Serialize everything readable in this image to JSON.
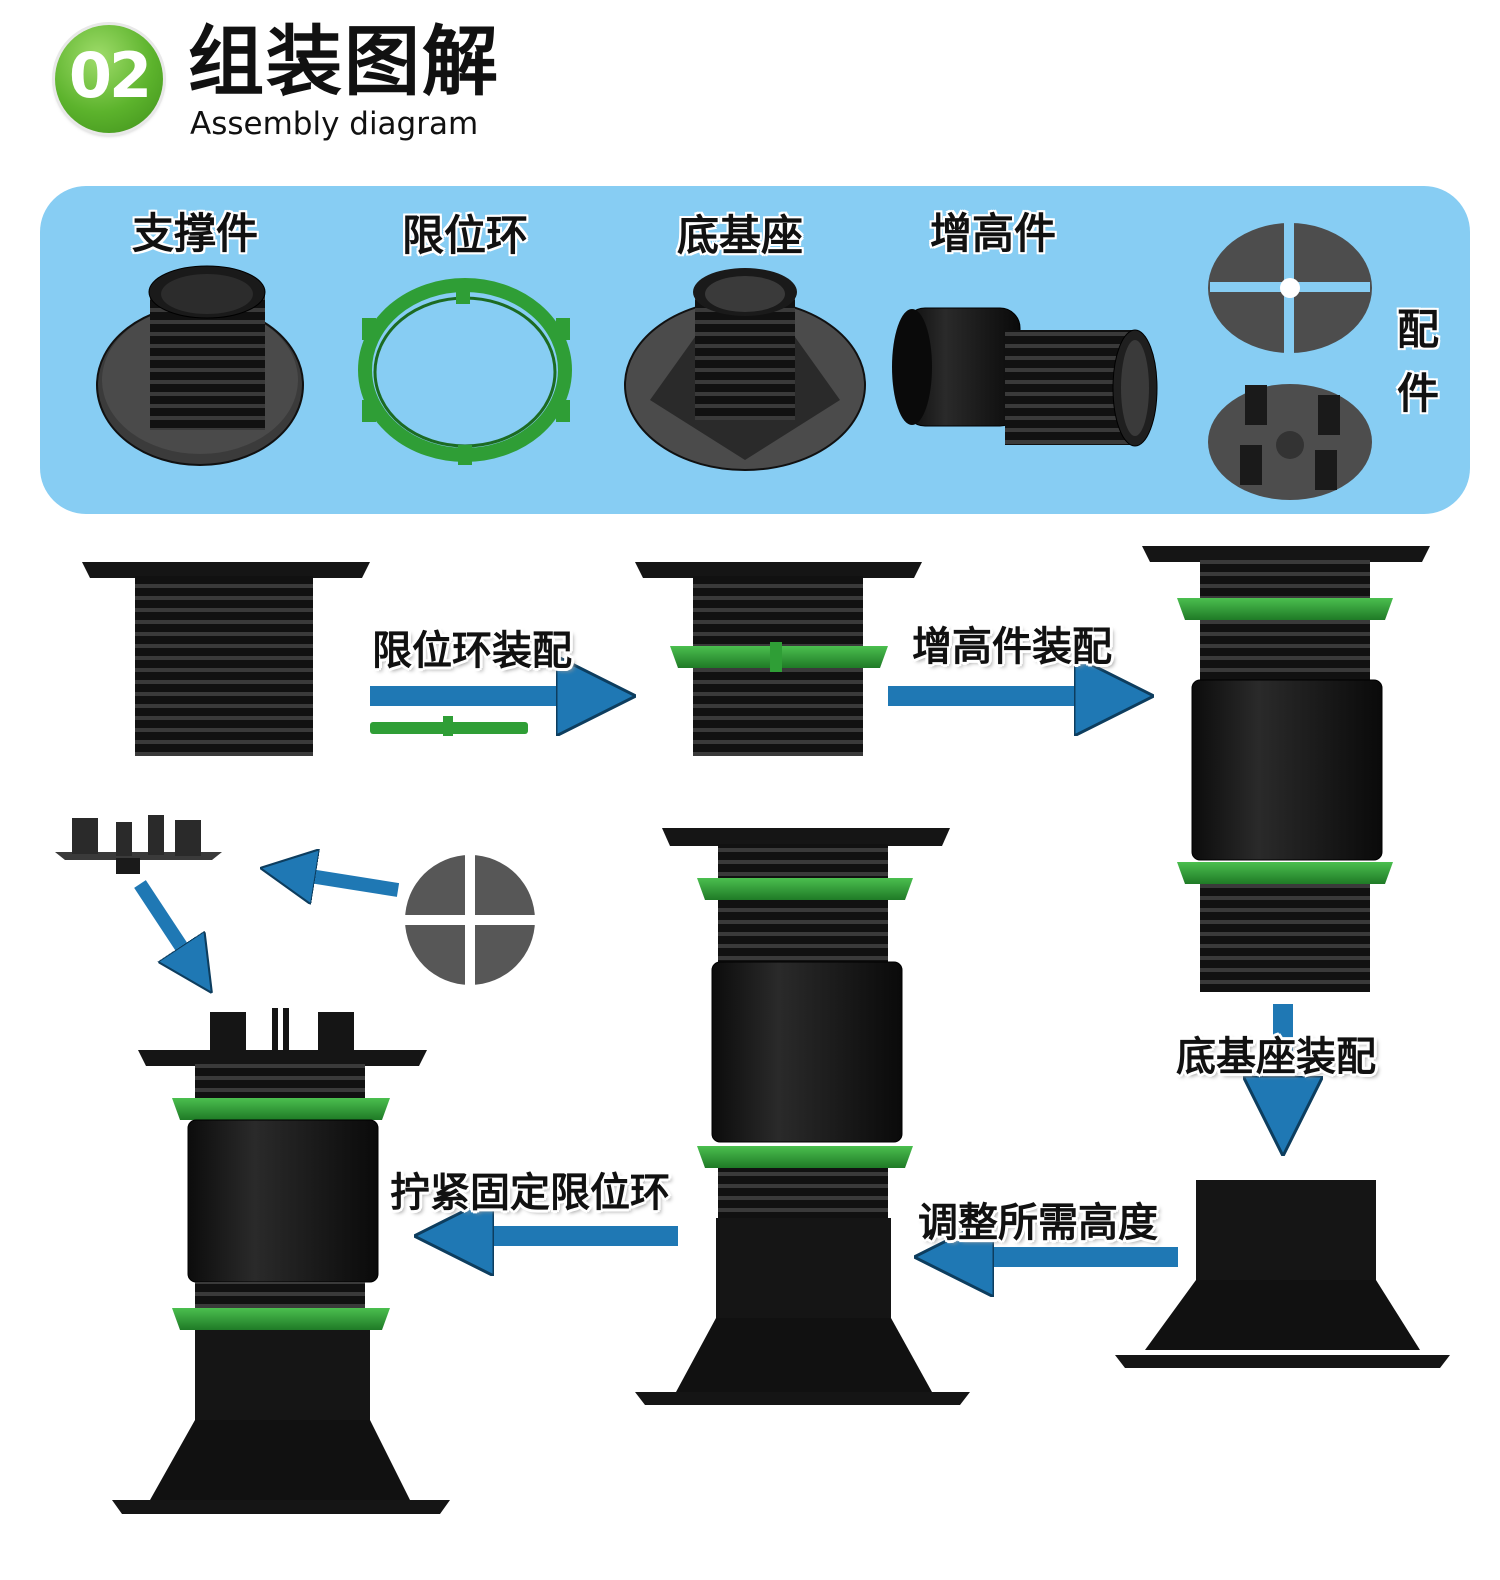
{
  "header": {
    "badge_number": "02",
    "title_cn": "组装图解",
    "title_en": "Assembly diagram",
    "badge_color": "#5cb32c"
  },
  "parts_panel": {
    "background_color": "#87cdf3",
    "parts": [
      {
        "label": "支撑件"
      },
      {
        "label": "限位环"
      },
      {
        "label": "底基座"
      },
      {
        "label": "增高件"
      },
      {
        "label": "配件"
      }
    ]
  },
  "steps": [
    {
      "label": "限位环装配"
    },
    {
      "label": "增高件装配"
    },
    {
      "label": "底基座装配"
    },
    {
      "label": "调整所需高度"
    },
    {
      "label": "拧紧固定限位环"
    }
  ],
  "colors": {
    "arrow": "#1f78b4",
    "ring": "#2f9e36",
    "part": "#151515",
    "plate": "#5a5a5a"
  }
}
